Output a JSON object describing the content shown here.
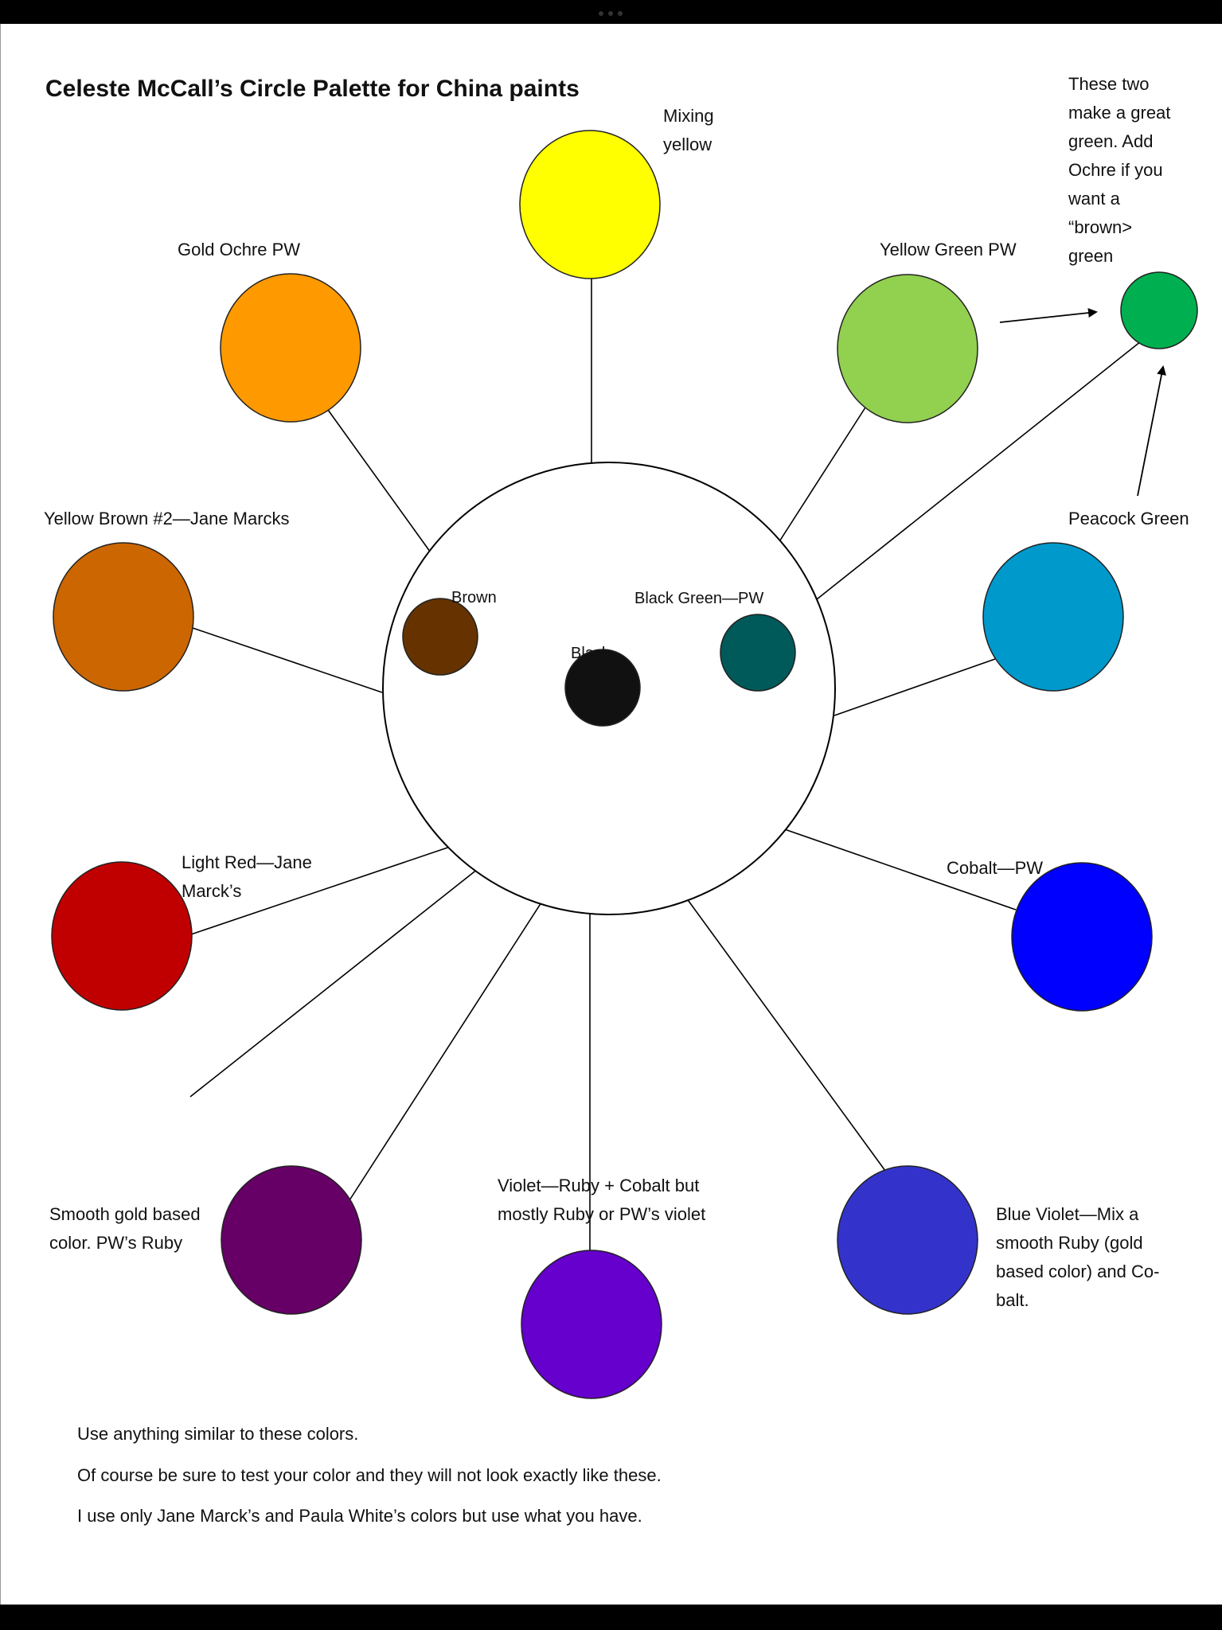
{
  "title": "Celeste McCall’s Circle Palette for China paints",
  "labels": {
    "mixing_yellow": "Mixing\nyellow",
    "gold_ochre": "Gold Ochre PW",
    "yellow_green": "Yellow Green PW",
    "green_note": "These two\nmake a great\ngreen.  Add\nOchre if you\nwant a\n“brown>\ngreen",
    "yellow_brown": "Yellow Brown #2—Jane Marcks",
    "peacock_green": "Peacock Green",
    "brown": "Brown",
    "black": "Black",
    "black_green": "Black Green—PW",
    "light_red": "Light Red—Jane\nMarck’s",
    "cobalt": "Cobalt—PW",
    "ruby": "Smooth gold based\ncolor.  PW’s Ruby",
    "violet": "Violet—Ruby + Cobalt but\nmostly Ruby or PW’s violet",
    "blue_violet": "Blue Violet—Mix a\nsmooth Ruby (gold\nbased color) and Co-\nbalt."
  },
  "notes": [
    "Use anything similar to these colors.",
    "Of course  be sure to test your color and they will not look exactly like these.",
    " I use only Jane Marck’s and Paula White’s colors but use what you have."
  ],
  "swatches": [
    {
      "name": "mixing-yellow",
      "color": "#FFFF00"
    },
    {
      "name": "gold-ochre",
      "color": "#FF9900"
    },
    {
      "name": "yellow-green",
      "color": "#92D050"
    },
    {
      "name": "mixed-green",
      "color": "#00B050"
    },
    {
      "name": "yellow-brown",
      "color": "#CC6600"
    },
    {
      "name": "peacock-green",
      "color": "#0099CC"
    },
    {
      "name": "brown",
      "color": "#663300"
    },
    {
      "name": "black",
      "color": "#111111"
    },
    {
      "name": "black-green",
      "color": "#005A5A"
    },
    {
      "name": "light-red",
      "color": "#C00000"
    },
    {
      "name": "cobalt",
      "color": "#0000FF"
    },
    {
      "name": "ruby",
      "color": "#660066"
    },
    {
      "name": "violet",
      "color": "#6600CC"
    },
    {
      "name": "blue-violet",
      "color": "#3333CC"
    }
  ]
}
